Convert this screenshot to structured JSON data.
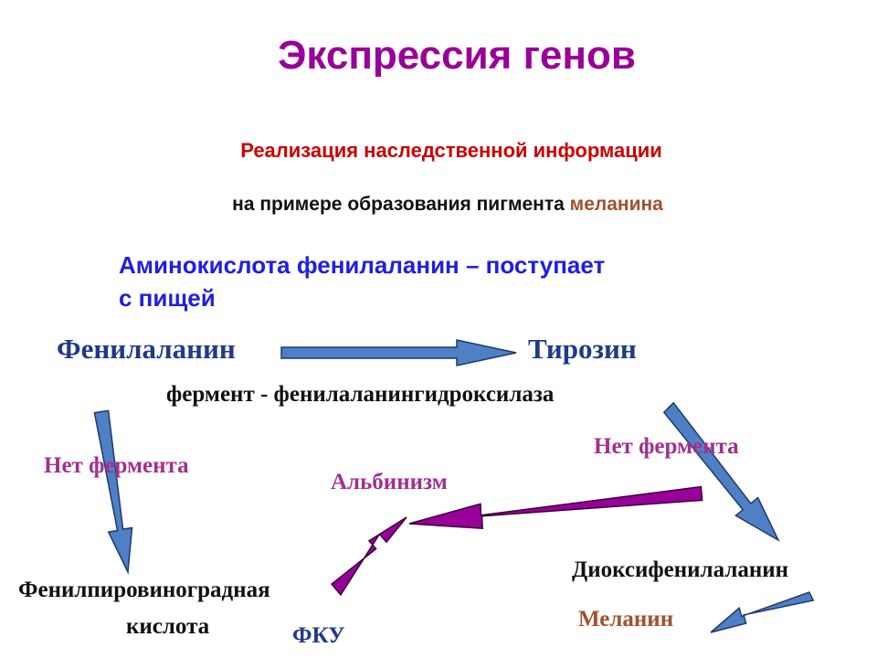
{
  "title": "Экспрессия генов",
  "subtitle": "Реализация наследственной информации",
  "example": {
    "prefix": "на примере образования пигмента ",
    "highlight": "меланина"
  },
  "amino_line1": "Аминокислота фенилаланин – поступает",
  "amino_line2": "с пищей",
  "nodes": {
    "phenylalanine": "Фенилаланин",
    "tyrosine": "Тирозин",
    "enzyme": "фермент - фенилаланингидроксилаза",
    "no_enzyme_left": "Нет фермента",
    "no_enzyme_right": "Нет фермента",
    "albinism": "Альбинизм",
    "ppk_line1": "Фенилпировиноградная",
    "ppk_line2": "кислота",
    "pku": "ФКУ",
    "dopa": "Диоксифенилаланин",
    "melanin": "Меланин"
  },
  "colors": {
    "title": "#990099",
    "subtitle": "#CC0000",
    "highlight": "#A0522D",
    "blue_text": "#1F1FE0",
    "arrow_blue": "#4F7FC4",
    "arrow_purple": "#990099"
  }
}
